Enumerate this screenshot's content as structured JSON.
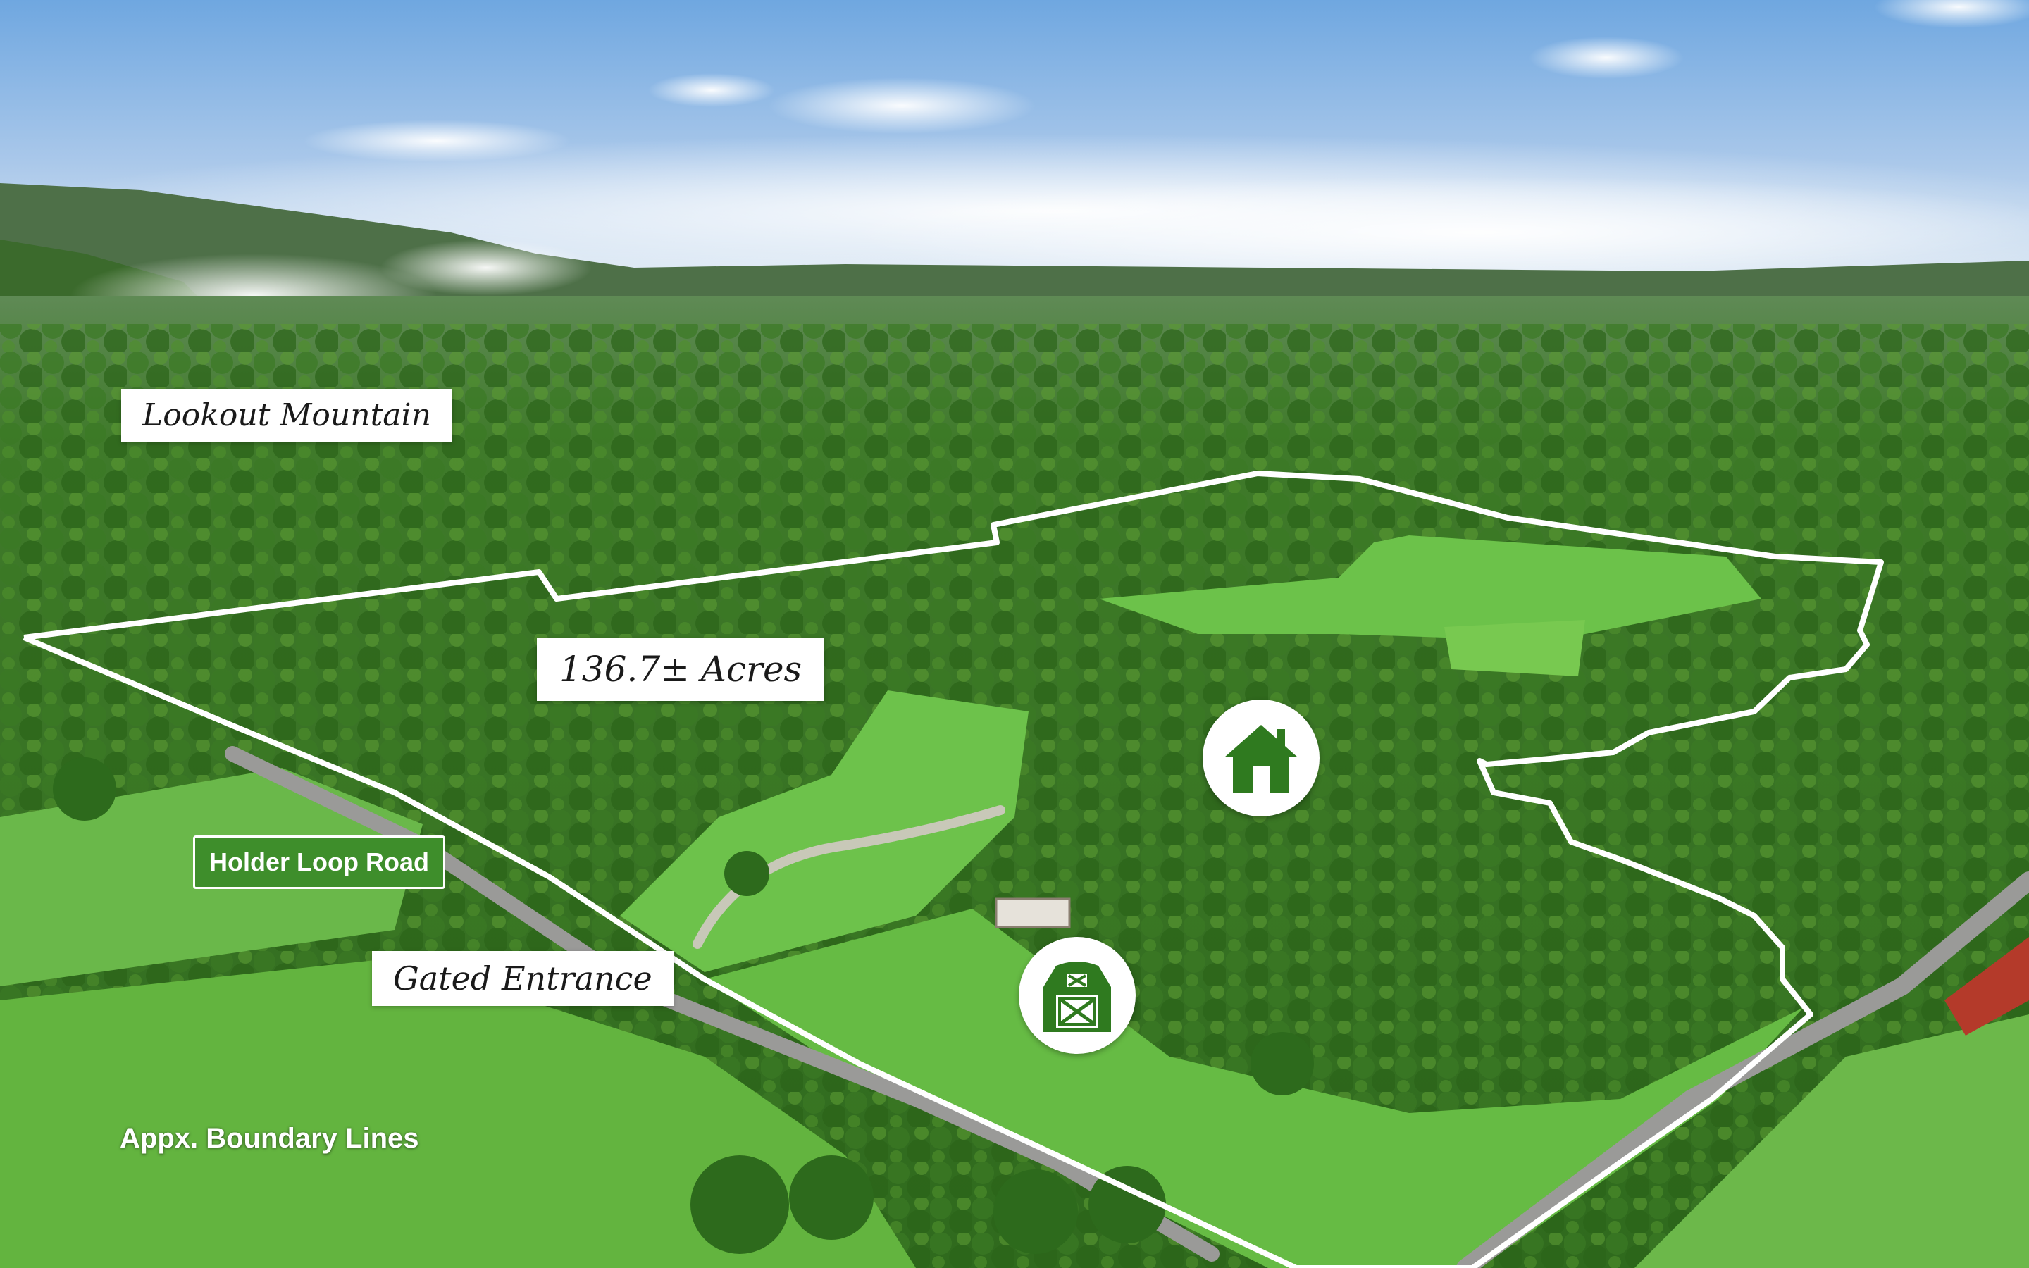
{
  "labels": {
    "mountain": "Lookout Mountain",
    "acreage": "136.7± Acres",
    "road": "Holder Loop Road",
    "entrance": "Gated Entrance",
    "boundary_note": "Appx. Boundary Lines"
  },
  "icons": {
    "house": "house-icon",
    "barn": "barn-icon"
  },
  "colors": {
    "icon_green": "#2f7a1f",
    "road_badge": "#3e8e2b",
    "boundary_line": "#ffffff"
  }
}
